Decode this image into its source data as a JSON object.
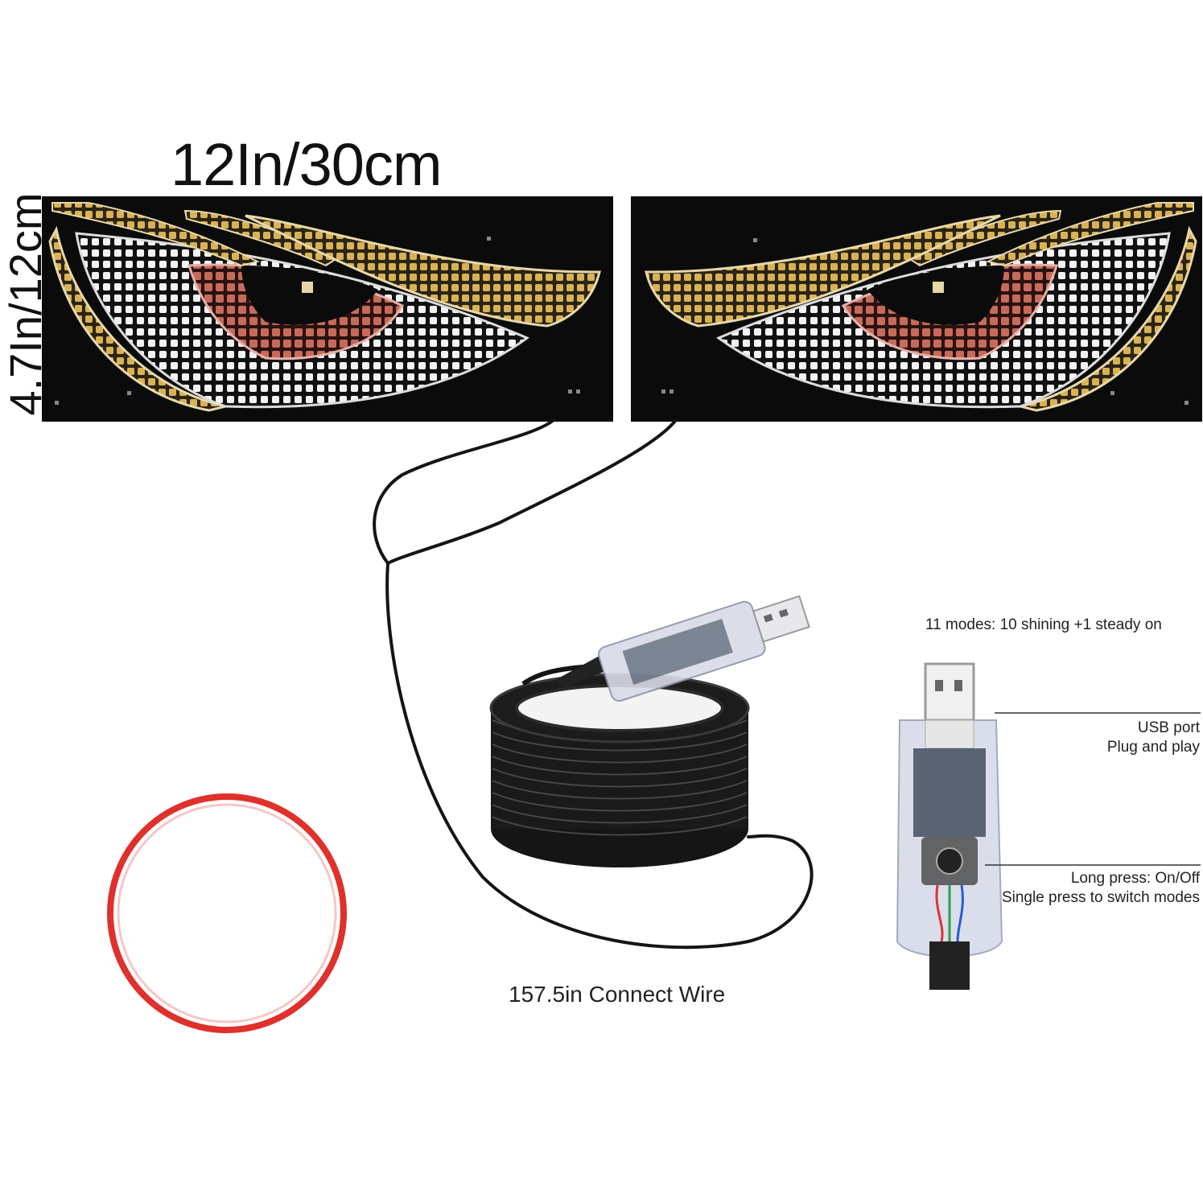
{
  "dimensions": {
    "width": "12In/30cm",
    "height": "4.7In/12cm"
  },
  "controller": {
    "modes": "11 modes: 10 shining +1 steady on",
    "usb_port": [
      "USB port",
      "Plug and play"
    ],
    "button": [
      "Long press: On/Off",
      "Single press to switch modes"
    ]
  },
  "wire_label": "157.5in Connect Wire",
  "colors": {
    "panel": "#0b0b0b",
    "brow_gold": "#d9b255",
    "sclera_white": "#f4f4f4",
    "iris_red": "#c66b5a",
    "tape_red": "#e0302c",
    "cable": "#151515"
  }
}
